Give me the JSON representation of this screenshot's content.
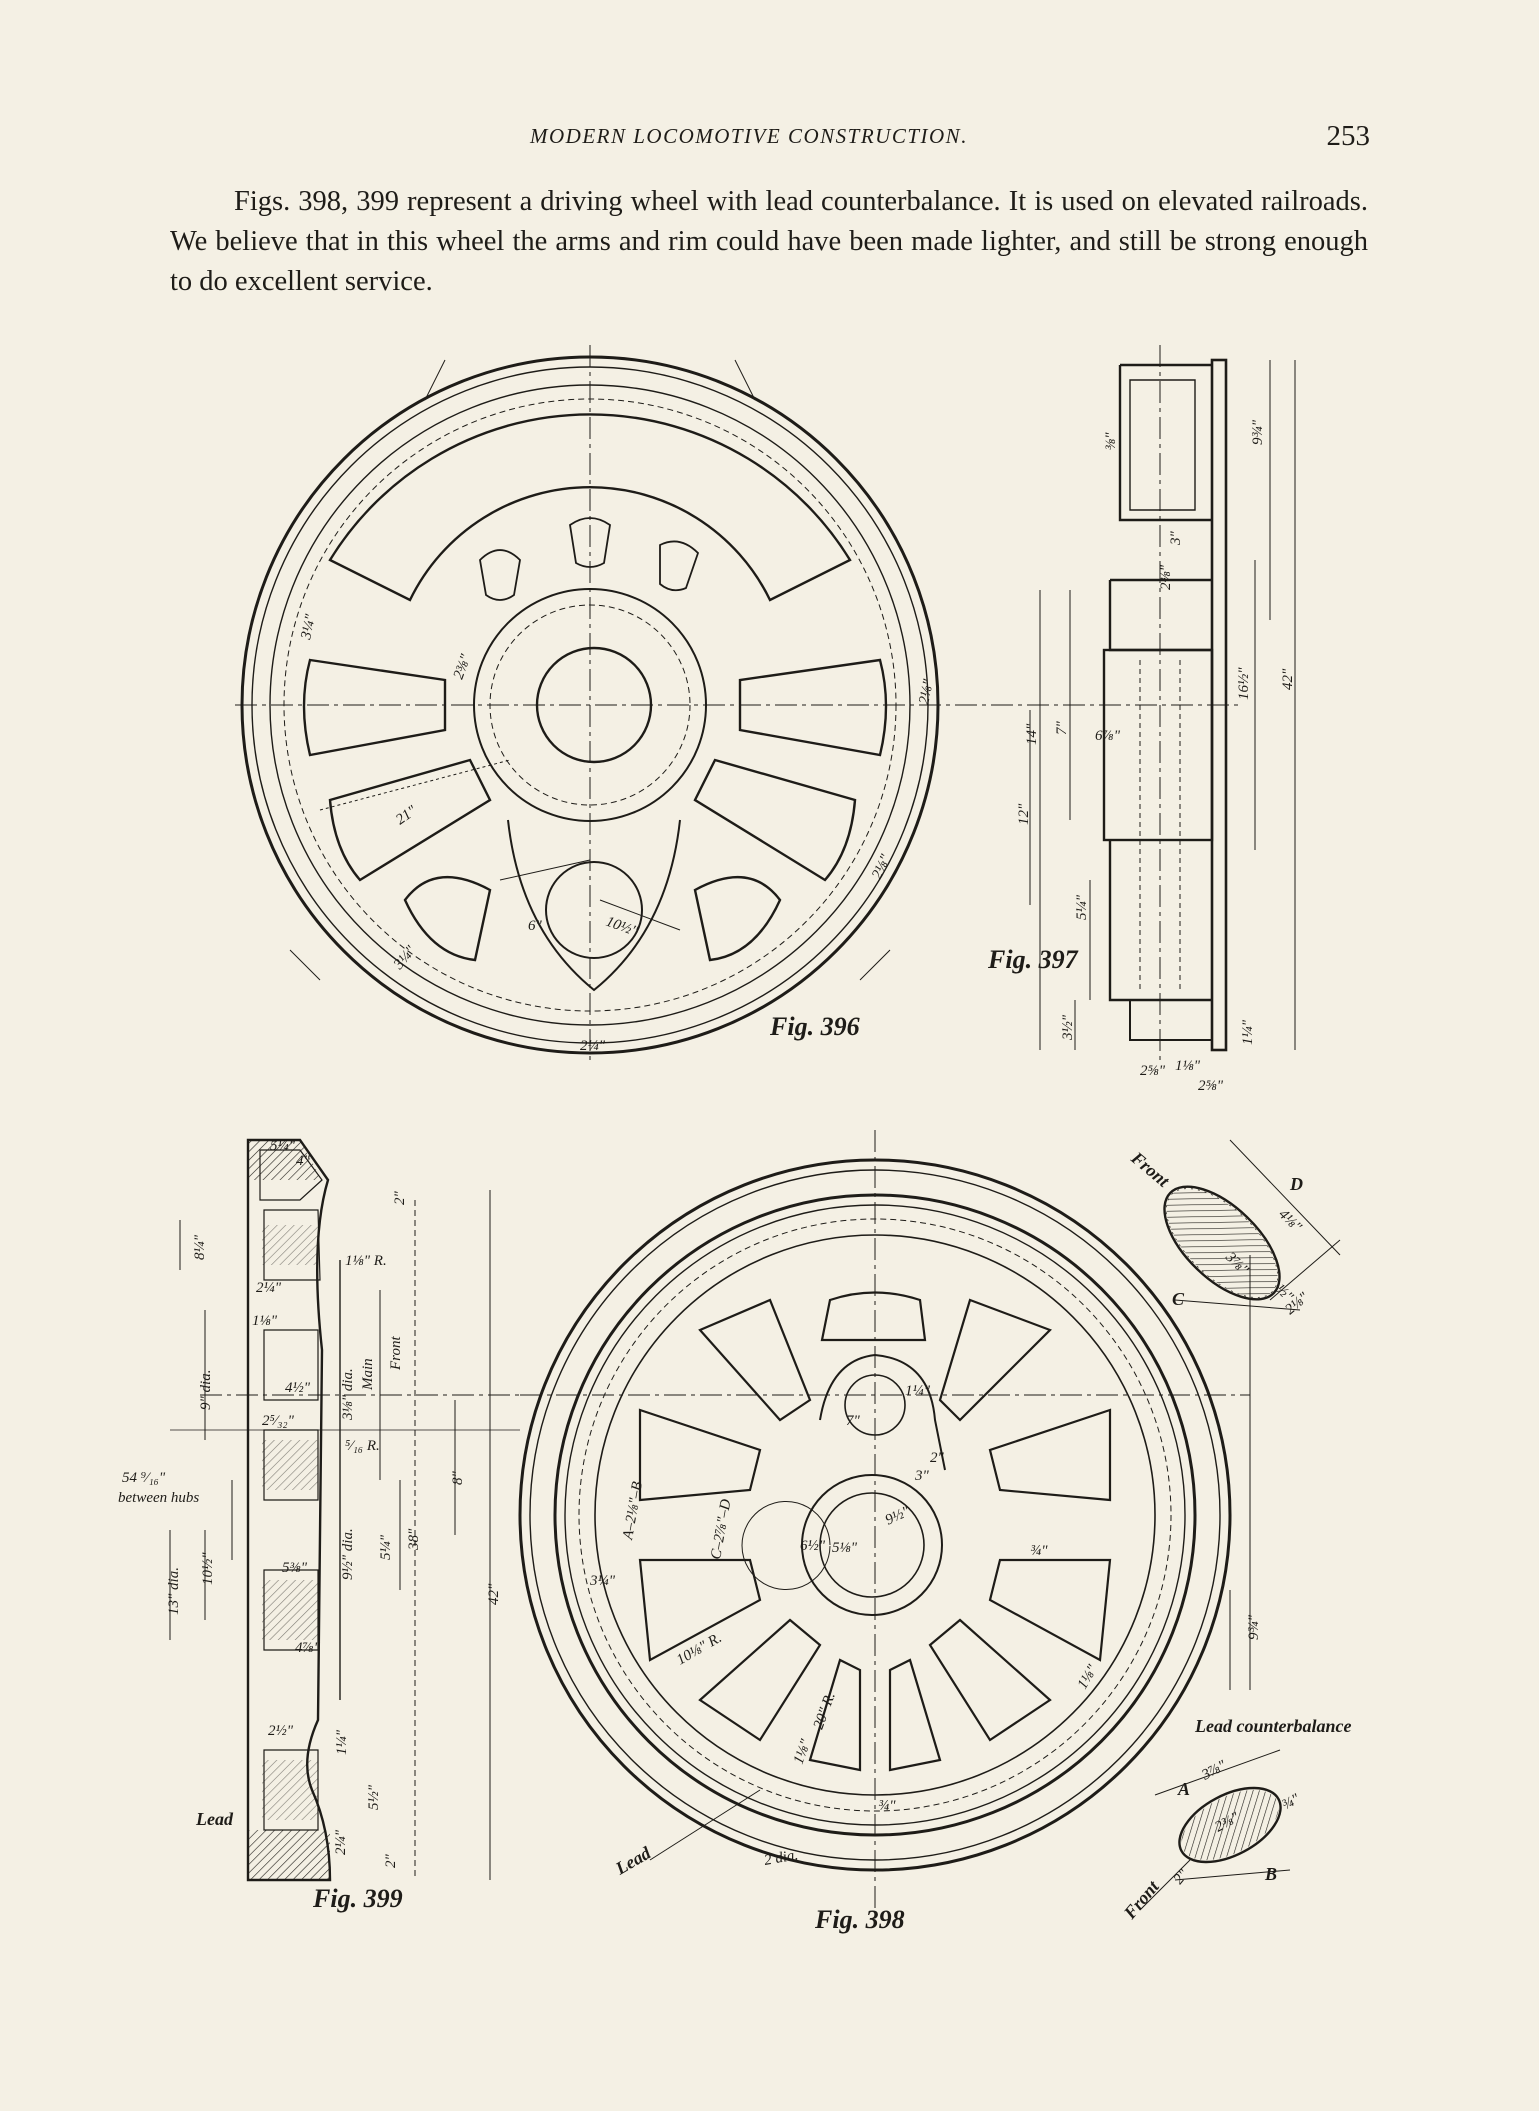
{
  "running_title": "MODERN LOCOMOTIVE CONSTRUCTION.",
  "page_number": "253",
  "body_text": "Figs. 398, 399 represent a driving wheel with lead counterbalance. It is used on elevated railroads. We believe that in this wheel the arms and rim could have been made lighter, and still be strong enough to do excellent service.",
  "figures": {
    "fig396": {
      "caption": "Fig. 396",
      "dimensions": [
        "21\"",
        "6\"",
        "10½\"",
        "2⅜\"",
        "2¼\"",
        "3¼\"",
        "2⅛\"",
        "2⅛\"",
        "3¼\""
      ]
    },
    "fig397": {
      "caption": "Fig. 397",
      "dimensions": [
        "9¾\"",
        "16½\"",
        "42\"",
        "14\"",
        "7\"",
        "6⅞\"",
        "12\"",
        "5¼\"",
        "3½\"",
        "2⅝\"",
        "1⅛\"",
        "2⅝\"",
        "1¼\"",
        "3\"",
        "2⅜\"",
        "⅜\""
      ]
    },
    "fig398": {
      "caption": "Fig. 398",
      "dimensions": [
        "7\"",
        "1¼\"",
        "3\"",
        "2\"",
        "9½\"",
        "6½\"",
        "5⅛\"",
        "¾\"",
        "9¾\"",
        "10⅛\" R.",
        "20\" R.",
        "1⅛\"",
        "¾\"",
        "2 dia.",
        "A–2⅛\"–B",
        "C–2⅞\"–D",
        "3¼\"",
        "1⅛\""
      ],
      "labels": {
        "lead": "Lead",
        "lead_counterbalance": "Lead counterbalance",
        "section_cd": {
          "front": "Front",
          "c": "C",
          "d": "D",
          "dims": [
            "4⅛\"",
            "3⅞\"",
            "2⅛\"",
            "½\""
          ]
        },
        "section_ab": {
          "front": "Front",
          "a": "A",
          "b": "B",
          "dims": [
            "3⅞\"",
            "2⅜\"",
            "¾\"",
            "2\""
          ]
        }
      }
    },
    "fig399": {
      "caption": "Fig. 399",
      "dimensions": [
        "5¼\"",
        "4\"",
        "2\"",
        "1⅛\" R.",
        "8¼\"",
        "2¼\"",
        "1⅛\"",
        "9\" dia.",
        "3⅛\" dia.",
        "Main",
        "Front",
        "4½\"",
        "2⁵⁄₃₂\"",
        "⁵⁄₁₆ R.",
        "8\"",
        "42\"",
        "9½\" dia.",
        "5¼\"",
        "38\"",
        "10½\"",
        "13\" dia.",
        "5⅜\"",
        "4⅞\"",
        "2½\"",
        "1¼\"",
        "5½\"",
        "2\"",
        "2¼\""
      ],
      "labels": {
        "hubs": "54 ⁹⁄₁₆\"",
        "between_hubs": "between hubs",
        "lead": "Lead"
      }
    }
  }
}
